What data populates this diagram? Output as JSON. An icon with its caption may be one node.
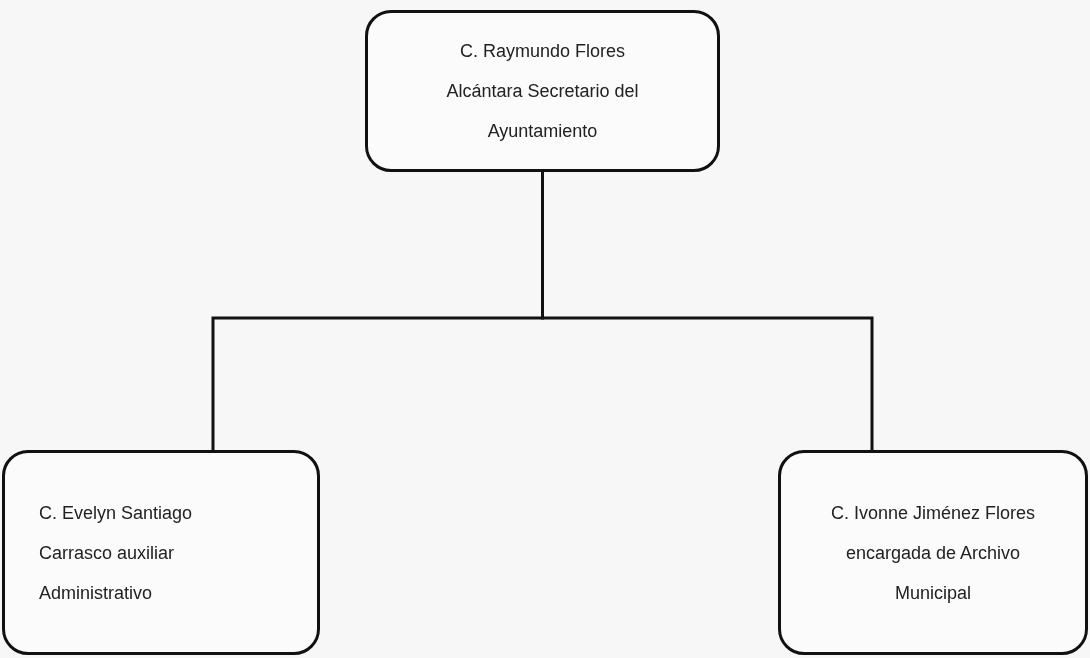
{
  "diagram": {
    "nodes": [
      {
        "text": [
          "C. Raymundo Flores Alcántara Secretario del Ayuntamiento"
        ]
      },
      {
        "text": [
          "C. Evelyn Santiago Carrasco auxiliar Administrativo"
        ]
      },
      {
        "text": [
          "C. Ivonne Jiménez Flores encargada de Archivo Municipal"
        ]
      }
    ],
    "edges": [
      {
        "from": 0,
        "to": 1,
        "arrow": "none"
      },
      {
        "from": 0,
        "to": 2,
        "arrow": "none"
      }
    ]
  }
}
